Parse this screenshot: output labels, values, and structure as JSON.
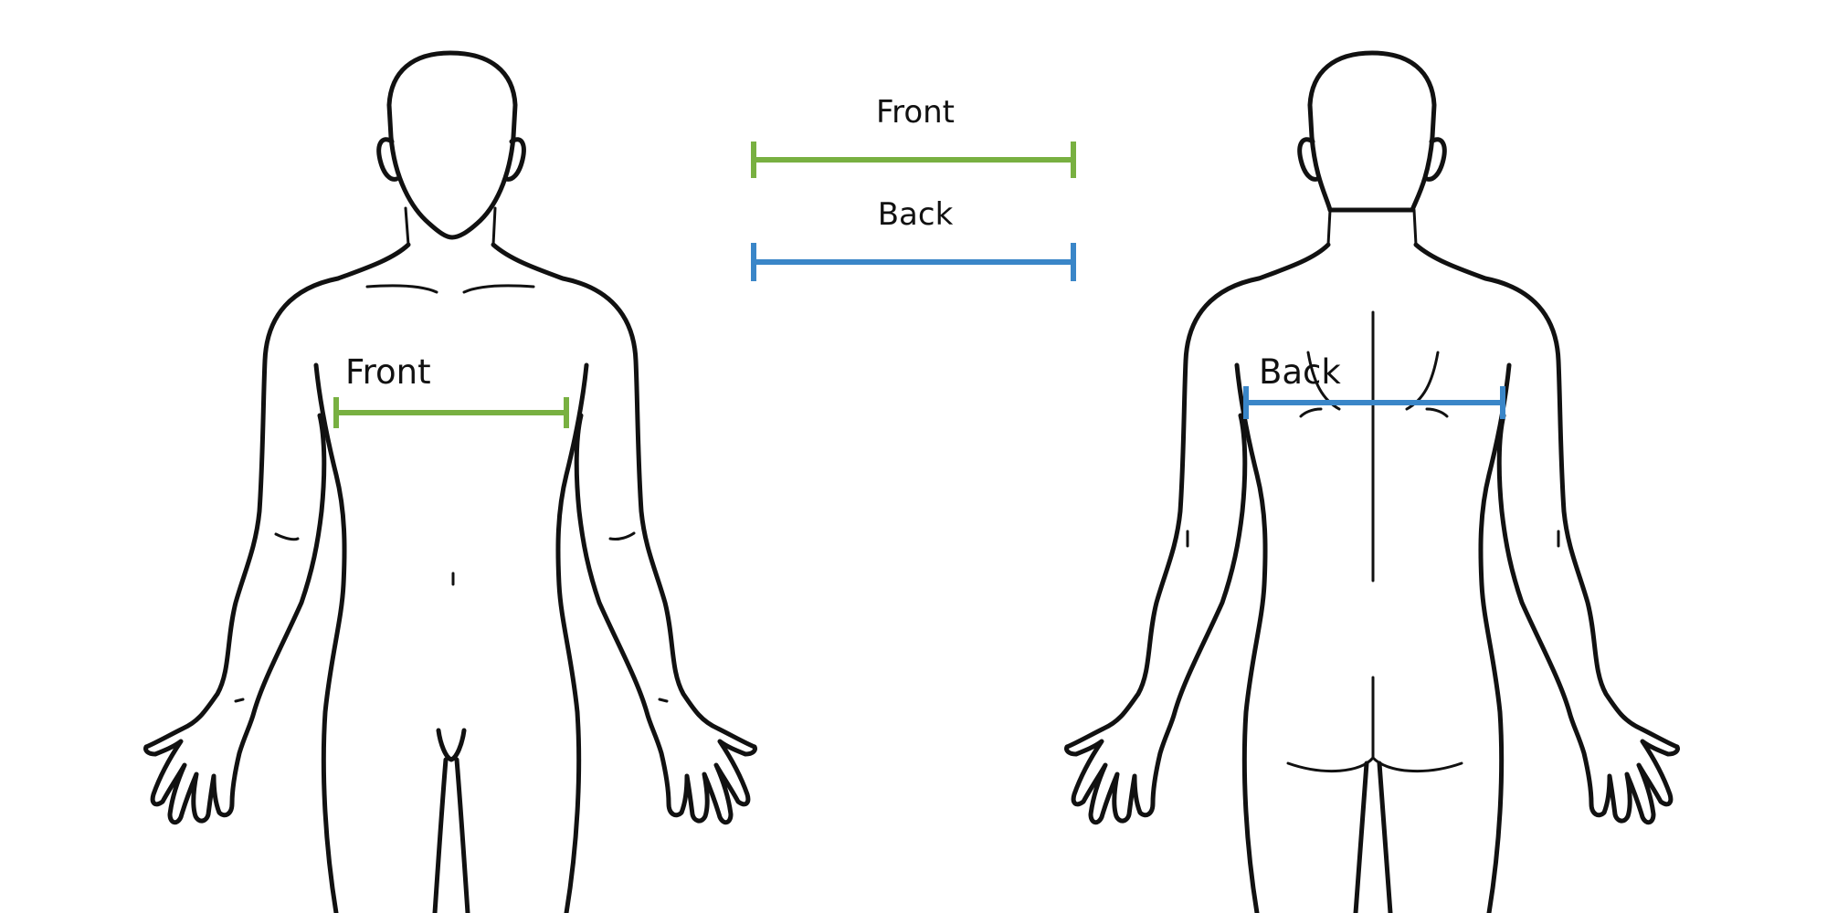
{
  "legend": {
    "front_label": "Front",
    "back_label": "Back"
  },
  "front_figure": {
    "measure_label": "Front"
  },
  "back_figure": {
    "measure_label": "Back"
  },
  "colors": {
    "front": "#78b041",
    "back": "#3a86c8",
    "outline": "#111111"
  },
  "icons": {
    "front_figure": "human-body-front-outline-icon",
    "back_figure": "human-body-back-outline-icon"
  }
}
